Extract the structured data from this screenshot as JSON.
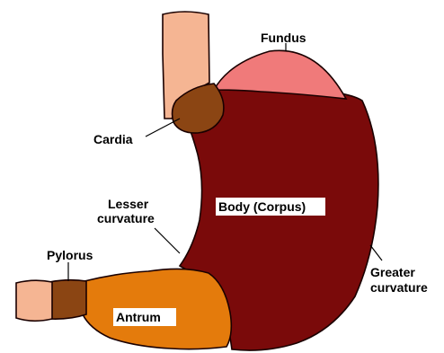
{
  "labels": {
    "fundus": "Fundus",
    "cardia": "Cardia",
    "lesser_curvature_line1": "Lesser",
    "lesser_curvature_line2": "curvature",
    "body_corpus": "Body (Corpus)",
    "pylorus": "Pylorus",
    "greater_curvature_line1": "Greater",
    "greater_curvature_line2": "curvature",
    "antrum": "Antrum"
  },
  "colors": {
    "esophagus": "#F5B593",
    "cardia": "#8B4513",
    "fundus": "#F07A7A",
    "body": "#7A0A0A",
    "antrum": "#E47B0C",
    "pylorus": "#8B4513",
    "duodenum": "#F5B593",
    "label_box": "#ffffff"
  }
}
